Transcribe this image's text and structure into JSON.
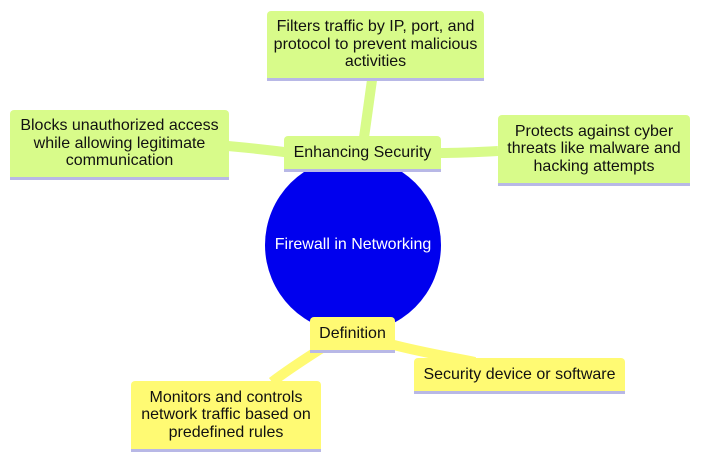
{
  "diagram": {
    "root": {
      "label": "Firewall in Networking"
    },
    "branches": {
      "security": {
        "label": "Enhancing Security",
        "children": {
          "filters": "Filters traffic by IP, port, and protocol to prevent malicious activities",
          "blocks": "Blocks unauthorized access while allowing legitimate communication",
          "protects": "Protects against cyber threats like malware and hacking attempts"
        }
      },
      "definition": {
        "label": "Definition",
        "children": {
          "device": "Security device or software",
          "monitors": "Monitors and controls network traffic based on predefined rules"
        }
      }
    },
    "colors": {
      "root": "#0000ee",
      "security_branch": "#d8fb8a",
      "definition_branch": "#fffa73",
      "node_underline": "#b8b8e6"
    }
  }
}
